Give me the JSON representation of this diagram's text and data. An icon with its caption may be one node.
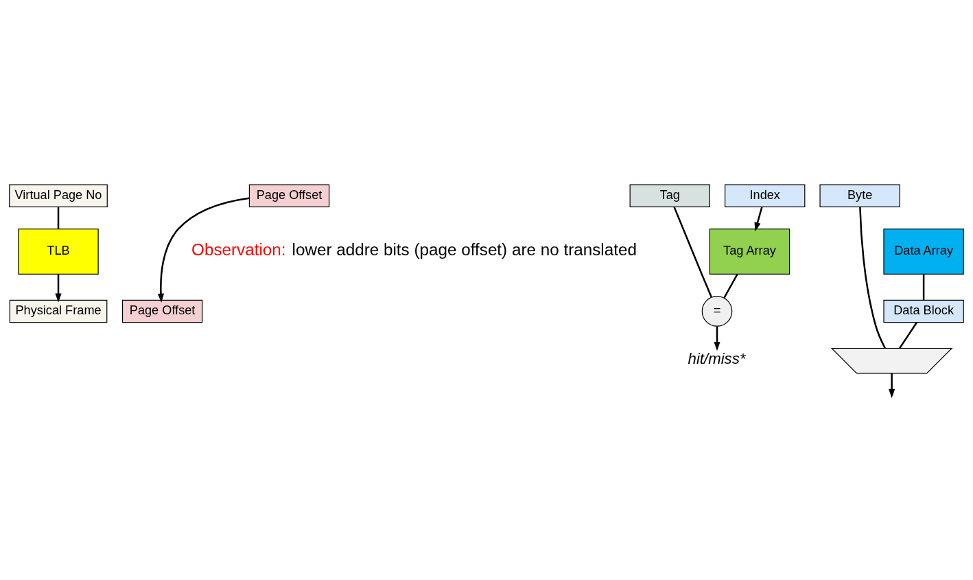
{
  "diagram": {
    "nodes": [
      {
        "text": [
          "Virtual Page No"
        ]
      },
      {
        "text": [
          "Page Offset"
        ]
      },
      {
        "text": [
          "TLB"
        ]
      },
      {
        "text": [
          "Physical Frame"
        ]
      },
      {
        "text": [
          "Page Offset"
        ]
      },
      {
        "text": [
          "Tag"
        ]
      },
      {
        "text": [
          "Index"
        ]
      },
      {
        "text": [
          "Byte"
        ]
      },
      {
        "text": [
          "Tag Array"
        ]
      },
      {
        "text": [
          "Data Array"
        ]
      },
      {
        "text": [
          "="
        ]
      },
      {
        "text": [
          "hit/miss*"
        ]
      },
      {
        "text": [
          "Data Block"
        ]
      },
      {
        "text": [],
        "shape": "trapezoid"
      }
    ],
    "edges": [
      {
        "from": 0,
        "to": 2,
        "arrow": "none"
      },
      {
        "from": 2,
        "to": 3,
        "arrow": "to"
      },
      {
        "from": 1,
        "to": 4,
        "arrow": "to"
      },
      {
        "from": 5,
        "to": 10,
        "arrow": "none"
      },
      {
        "from": 6,
        "to": 8,
        "arrow": "to"
      },
      {
        "from": 8,
        "to": 10,
        "arrow": "none"
      },
      {
        "from": 10,
        "to": 11,
        "arrow": "to"
      },
      {
        "from": 9,
        "to": 12,
        "arrow": "none"
      },
      {
        "from": 12,
        "to": 13,
        "arrow": "none"
      },
      {
        "from": 7,
        "to": 13,
        "arrow": "none"
      },
      {
        "from": 13,
        "to": null,
        "arrow": "to"
      }
    ],
    "labels": [
      "Observation:",
      "lower addre bits (page offset) are no translated"
    ]
  }
}
